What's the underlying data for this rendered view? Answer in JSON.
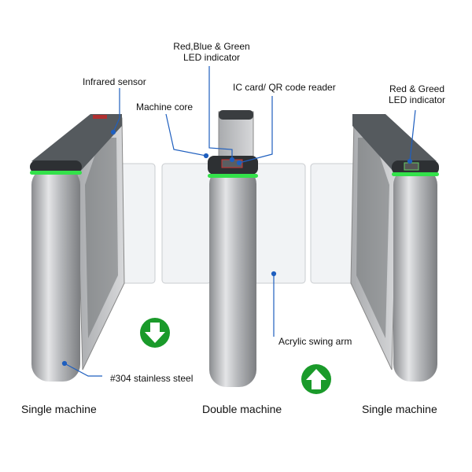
{
  "labels": {
    "rbg_led_line1": "Red,Blue & Green",
    "rbg_led_line2": "LED indicator",
    "infrared_sensor": "Infrared sensor",
    "ic_reader": "IC card/ QR code reader",
    "rg_led_line1": "Red & Greed",
    "rg_led_line2": "LED indicator",
    "machine_core": "Machine core",
    "acrylic_arm": "Acrylic swing arm",
    "stainless": "#304 stainless steel"
  },
  "captions": {
    "left": "Single machine",
    "middle": "Double machine",
    "right": "Single machine"
  },
  "colors": {
    "led_green": "#33e14a",
    "arrow_green": "#1a9a2a",
    "callout_blue": "#1f5fbf"
  }
}
